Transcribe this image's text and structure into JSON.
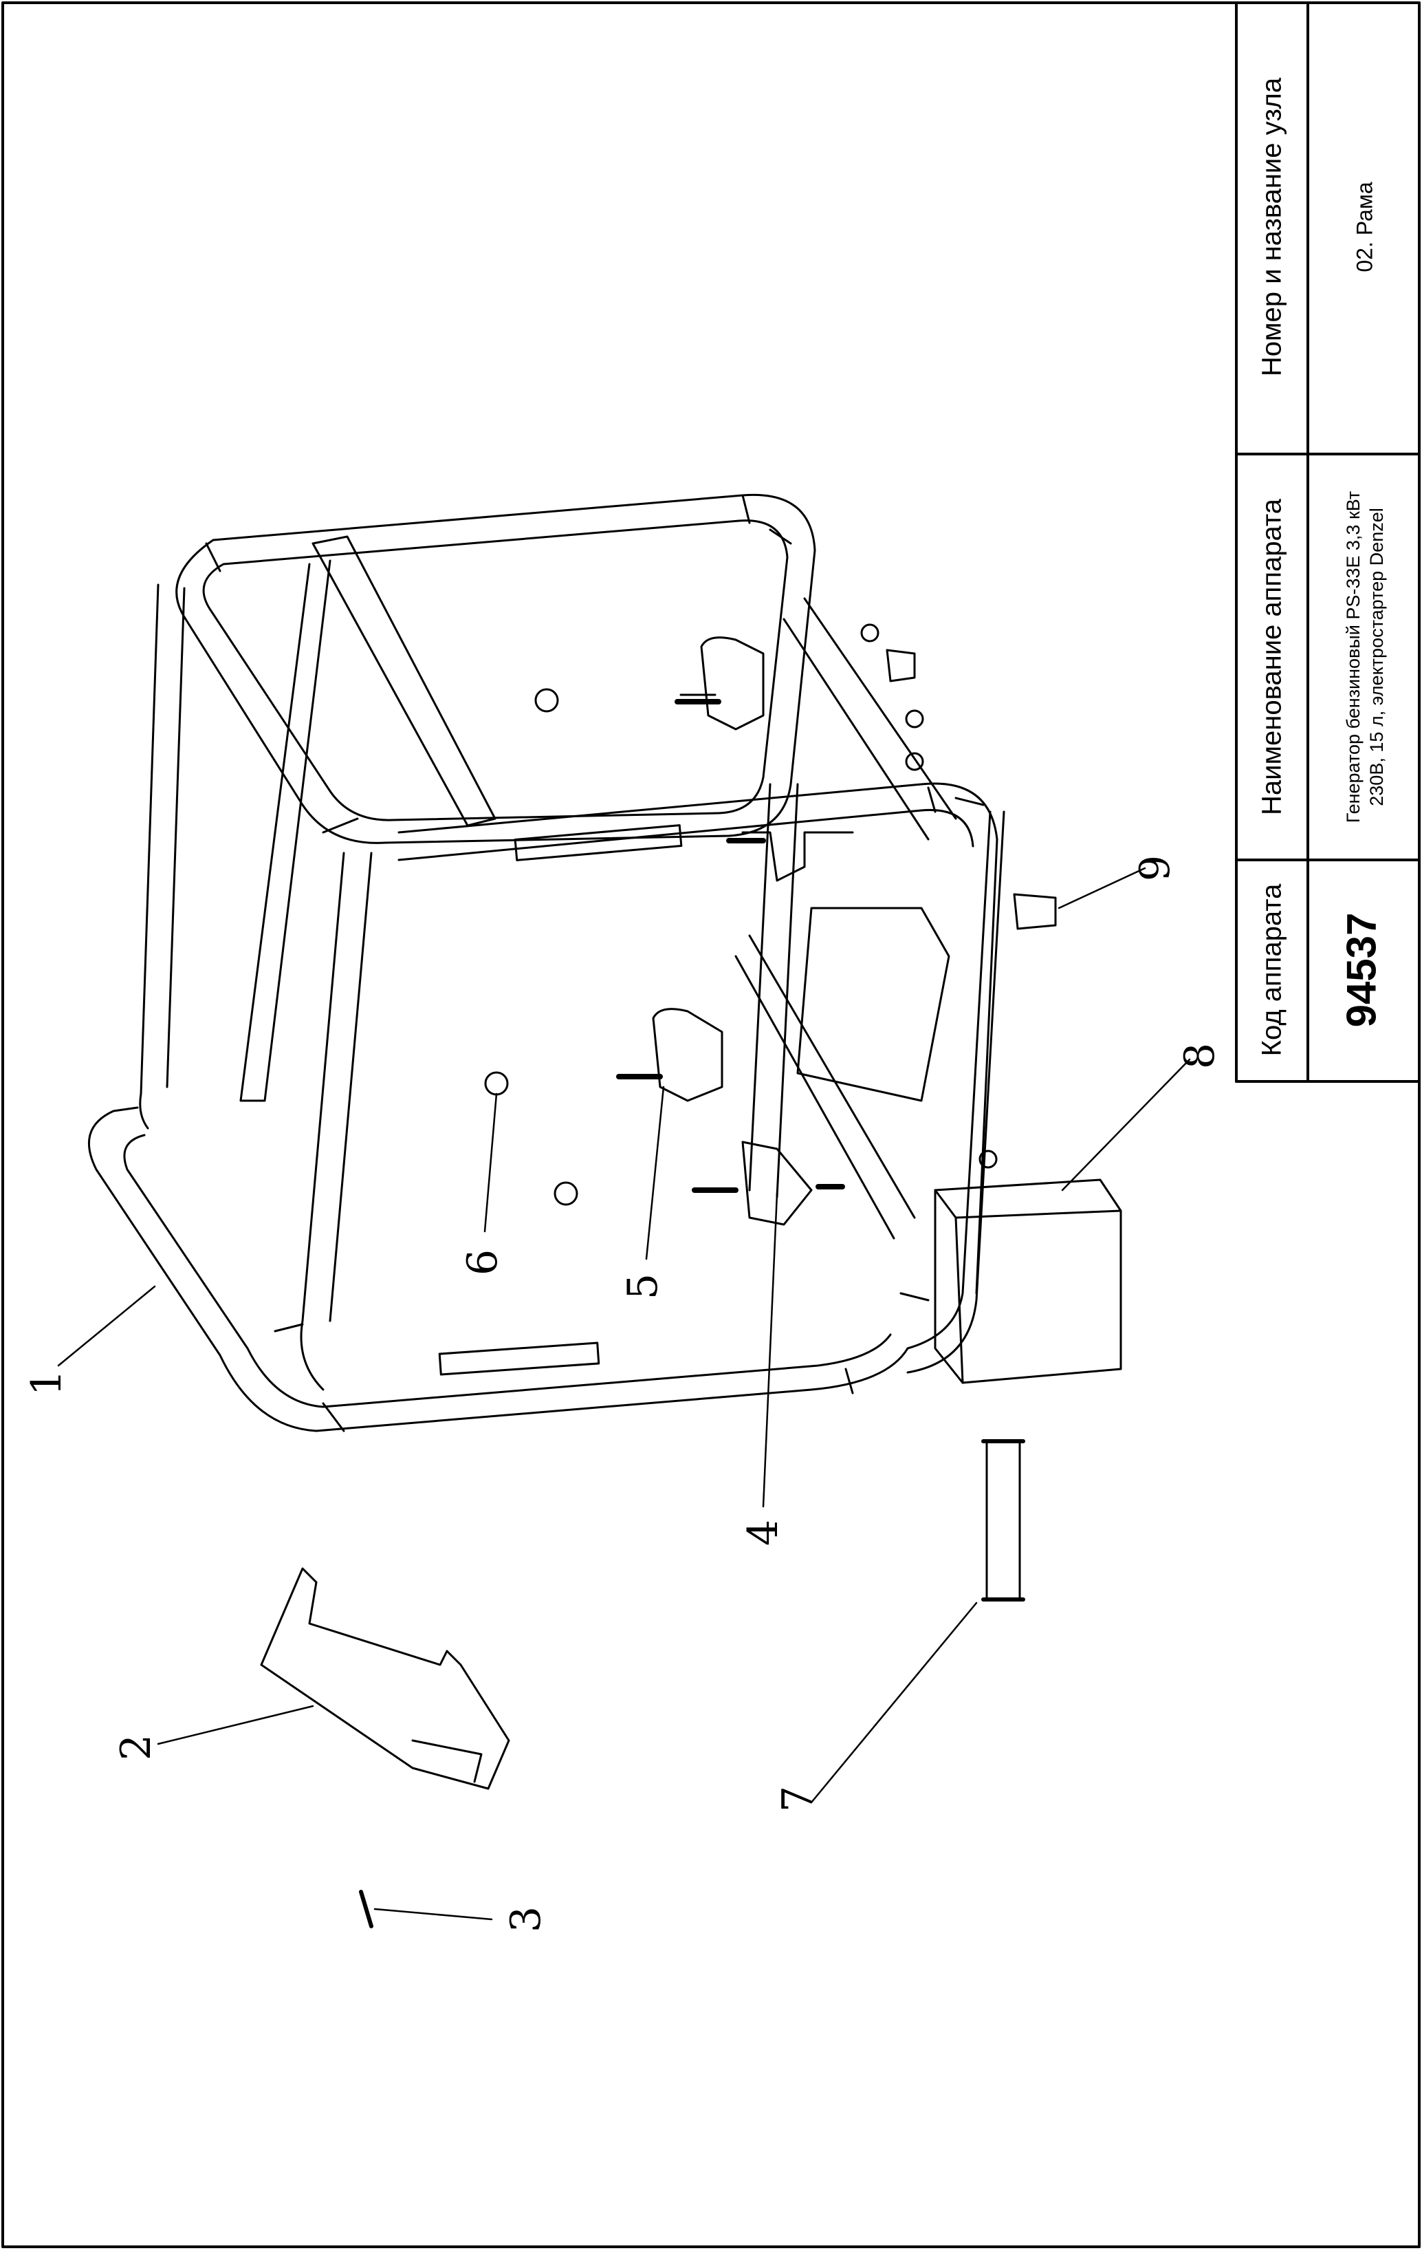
{
  "title_block": {
    "code_header": "Код аппарата",
    "code_value": "94537",
    "name_header": "Наименование аппарата",
    "name_value_line1": "Генератор бензиновый PS-33E 3,3 кВт",
    "name_value_line2": "230В, 15 л, электростартер Denzel",
    "node_header": "Номер и название узла",
    "node_value": "02. Рама"
  },
  "callouts": [
    "1",
    "2",
    "3",
    "4",
    "5",
    "6",
    "7",
    "8",
    "9"
  ]
}
